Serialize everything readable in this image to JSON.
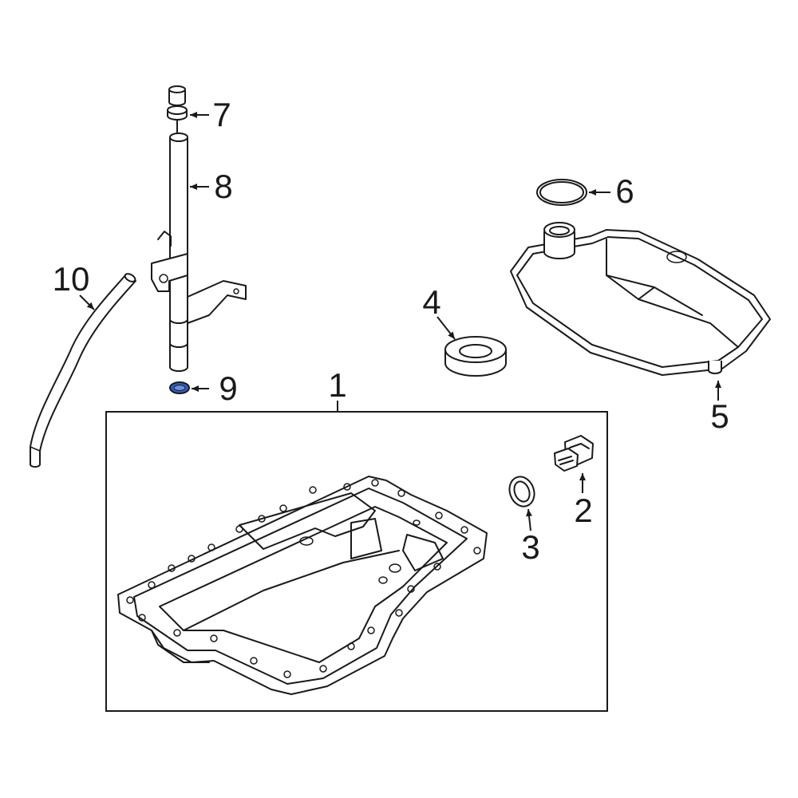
{
  "diagram": {
    "callouts": [
      {
        "id": "1",
        "text": "1"
      },
      {
        "id": "2",
        "text": "2"
      },
      {
        "id": "3",
        "text": "3"
      },
      {
        "id": "4",
        "text": "4"
      },
      {
        "id": "5",
        "text": "5"
      },
      {
        "id": "6",
        "text": "6"
      },
      {
        "id": "7",
        "text": "7"
      },
      {
        "id": "8",
        "text": "8"
      },
      {
        "id": "9",
        "text": "9"
      },
      {
        "id": "10",
        "text": "10"
      }
    ],
    "colors": {
      "line": "#1a1a1a",
      "background": "#ffffff",
      "highlight_part_9": "#2f5fc4"
    }
  }
}
